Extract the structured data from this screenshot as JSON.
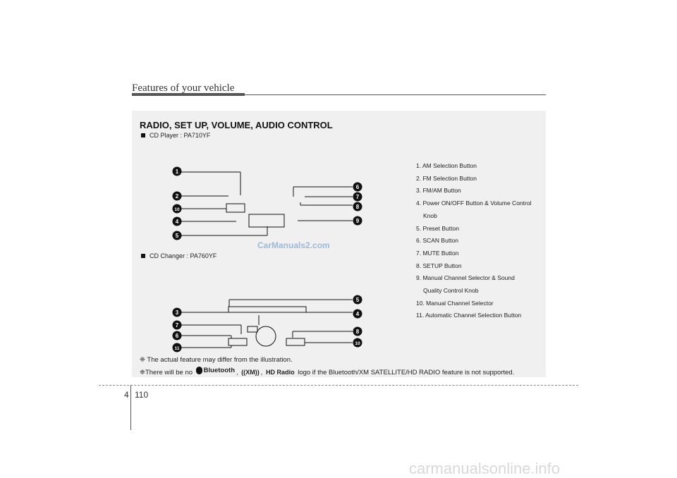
{
  "header": {
    "title": "Features of your vehicle"
  },
  "section": {
    "title": "RADIO, SET UP, VOLUME, AUDIO CONTROL"
  },
  "cd_player": {
    "label": "CD Player : PA710YF"
  },
  "cd_changer": {
    "label": "CD Changer : PA760YF"
  },
  "legend": {
    "items": [
      {
        "line1": "1. AM Selection Button",
        "line2": ""
      },
      {
        "line1": "2. FM Selection Button",
        "line2": ""
      },
      {
        "line1": "3. FM/AM Button",
        "line2": ""
      },
      {
        "line1": "4. Power ON/OFF Button & Volume Control",
        "line2": "Knob"
      },
      {
        "line1": "5. Preset Button",
        "line2": ""
      },
      {
        "line1": "6. SCAN Button",
        "line2": ""
      },
      {
        "line1": "7. MUTE Button",
        "line2": ""
      },
      {
        "line1": "8. SETUP Button",
        "line2": ""
      },
      {
        "line1": "9. Manual Channel Selector & Sound",
        "line2": "Quality Control Knob"
      },
      {
        "line1": "10. Manual Channel Selector",
        "line2": ""
      },
      {
        "line1": "11. Automatic Channel Selection Button",
        "line2": ""
      }
    ]
  },
  "callouts_top": [
    "1",
    "2",
    "10",
    "4",
    "5",
    "6",
    "7",
    "8",
    "9"
  ],
  "callouts_bottom": [
    "3",
    "7",
    "6",
    "11",
    "5",
    "4",
    "8",
    "10"
  ],
  "watermark": "CarManuals2.com",
  "notes": {
    "note1": "❈ The actual feature may differ from the illustration.",
    "note2_prefix": "❈There will be no",
    "bluetooth": "Bluetooth",
    "sep1": ",",
    "xm": "((XM))",
    "sep2": ",",
    "hd": "HD Radio",
    "note2_suffix": "logo if the Bluetooth/XM SATELLITE/HD RADIO feature is not supported."
  },
  "footer": {
    "chapter": "4",
    "page": "110",
    "site": "carmanualsonline.info"
  }
}
